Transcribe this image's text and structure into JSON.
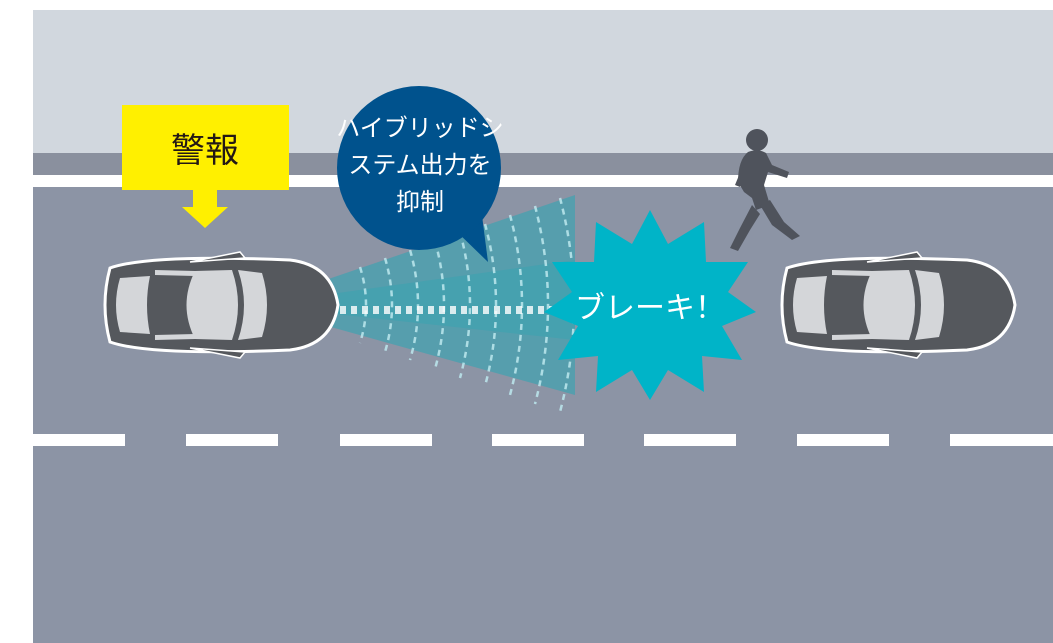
{
  "colors": {
    "sky": "#D1D7DE",
    "sidewalk": "#8A909E",
    "road": "#8C94A5",
    "lane_marking": "#FFFFFF",
    "warning_box": "#FFF000",
    "warning_text": "#231815",
    "hybrid_bubble": "#00528D",
    "brake_burst": "#00B4C8",
    "sensor_beam": "#29A5B4",
    "car_body": "#55585D",
    "car_outline": "#FFFFFF",
    "car_glass": "#D4D6D9",
    "pedestrian": "#4F535C"
  },
  "labels": {
    "warning": "警報",
    "hybrid_line1": "ハイブリッドシ",
    "hybrid_line2": "ステム出力を",
    "hybrid_line3": "抑制",
    "brake": "ブレーキ！"
  },
  "icons": [
    "down-arrow-icon",
    "car-icon",
    "pedestrian-icon",
    "sensor-beam-icon"
  ]
}
